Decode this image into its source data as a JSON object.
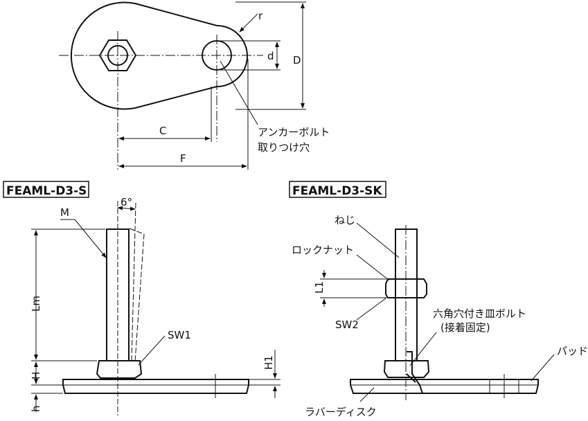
{
  "top_view": {
    "r": "r",
    "d": "d",
    "D": "D",
    "C": "C",
    "F": "F",
    "anchor_label_1": "アンカーボルト",
    "anchor_label_2": "取りつけ穴"
  },
  "left_view": {
    "title": "FEAML-D3-S",
    "angle": "6°",
    "M": "M",
    "Lm": "Lm",
    "SW": "SW1",
    "H": "H",
    "H1": "H1",
    "h": "h"
  },
  "right_view": {
    "title": "FEAML-D3-SK",
    "screw": "ねじ",
    "locknut": "ロックナット",
    "L1": "L1",
    "SW": "SW2",
    "bolt_1": "六角穴付き皿ボルト",
    "bolt_2": "(接着固定)",
    "pad": "パッド",
    "rubber_disc": "ラバーディスク"
  }
}
